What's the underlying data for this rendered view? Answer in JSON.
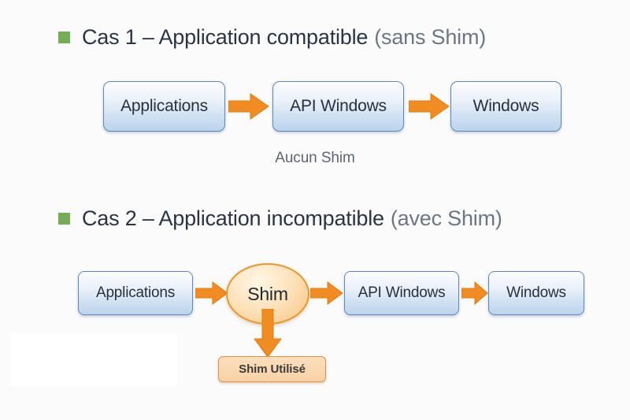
{
  "slide": {
    "background_color": "#fbfbfc",
    "accent_green": "#76ab57",
    "accent_orange": "#f08c22",
    "node_blue_border": "#5b87bd",
    "heading_color": "#2b3443",
    "heading_sub_color": "#6d7683"
  },
  "sections": [
    {
      "bullet_icon": "green-square-bullet",
      "title_main": "Cas 1 – Application compatible",
      "title_sub": "(sans Shim)",
      "nodes": [
        {
          "label": "Applications",
          "shape": "rounded-rect",
          "color": "#bcd4ec"
        },
        {
          "label": "API Windows",
          "shape": "rounded-rect",
          "color": "#bcd4ec"
        },
        {
          "label": "Windows",
          "shape": "rounded-rect",
          "color": "#bcd4ec"
        }
      ],
      "arrows": [
        {
          "direction": "right",
          "color": "#f08c22"
        },
        {
          "direction": "right",
          "color": "#f08c22"
        }
      ],
      "caption": "Aucun Shim"
    },
    {
      "bullet_icon": "green-square-bullet",
      "title_main": "Cas 2 – Application incompatible",
      "title_sub": "(avec Shim)",
      "nodes": [
        {
          "label": "Applications",
          "shape": "rounded-rect",
          "color": "#bcd4ec"
        },
        {
          "label": "Shim",
          "shape": "ellipse",
          "color": "#f9cf96"
        },
        {
          "label": "API Windows",
          "shape": "rounded-rect",
          "color": "#bcd4ec"
        },
        {
          "label": "Windows",
          "shape": "rounded-rect",
          "color": "#bcd4ec"
        }
      ],
      "arrows": [
        {
          "direction": "right",
          "color": "#f08c22"
        },
        {
          "direction": "right",
          "color": "#f08c22"
        },
        {
          "direction": "right",
          "color": "#f08c22"
        },
        {
          "direction": "down",
          "color": "#f08c22"
        }
      ],
      "callout": {
        "label": "Shim Utilisé",
        "color": "#f8d2a6"
      }
    }
  ]
}
